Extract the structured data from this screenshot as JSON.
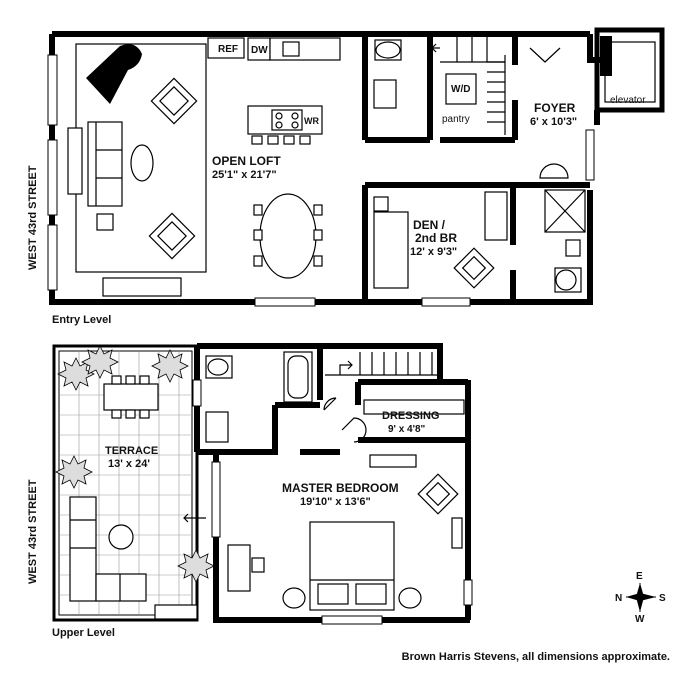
{
  "street_label": "WEST 43rd STREET",
  "levels": {
    "entry": "Entry Level",
    "upper": "Upper Level"
  },
  "rooms": {
    "open_loft": {
      "name": "OPEN LOFT",
      "dims": "25'1\" x 21'7\""
    },
    "foyer": {
      "name": "FOYER",
      "dims": "6' x 10'3\""
    },
    "den": {
      "name": "DEN /",
      "name2": "2nd BR",
      "dims": "12' x 9'3\""
    },
    "terrace": {
      "name": "TERRACE",
      "dims": "13' x 24'"
    },
    "master": {
      "name": "MASTER BEDROOM",
      "dims": "19'10\" x 13'6\""
    },
    "dressing": {
      "name": "DRESSING",
      "dims": "9' x 4'8\""
    }
  },
  "fixtures": {
    "ref": "REF",
    "dw": "DW",
    "wr": "WR",
    "wd": "W/D",
    "pantry": "pantry",
    "elevator": "elevator"
  },
  "compass": {
    "n": "N",
    "e": "E",
    "s": "S",
    "w": "W"
  },
  "footer": "Brown Harris Stevens, all dimensions approximate."
}
